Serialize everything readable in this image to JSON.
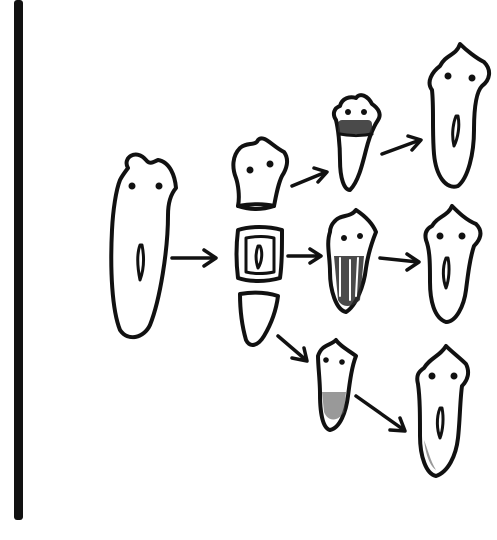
{
  "figure": {
    "description_visible_text": "",
    "colors": {
      "ink": "#111111",
      "paper": "#ffffff"
    },
    "organisms": [
      {
        "id": "whole-planarian",
        "icon": "planarian-icon"
      },
      {
        "id": "head-fragment",
        "icon": "planarian-head-fragment-icon"
      },
      {
        "id": "trunk-fragment",
        "icon": "planarian-trunk-fragment-icon"
      },
      {
        "id": "tail-fragment",
        "icon": "planarian-tail-fragment-icon"
      },
      {
        "id": "head-regenerating",
        "icon": "regenerating-planarian-icon"
      },
      {
        "id": "trunk-regenerating",
        "icon": "regenerating-planarian-icon"
      },
      {
        "id": "tail-regenerating",
        "icon": "regenerating-planarian-icon"
      },
      {
        "id": "head-regenerated",
        "icon": "planarian-icon"
      },
      {
        "id": "trunk-regenerated",
        "icon": "planarian-icon"
      },
      {
        "id": "tail-regenerated",
        "icon": "planarian-icon"
      }
    ]
  }
}
